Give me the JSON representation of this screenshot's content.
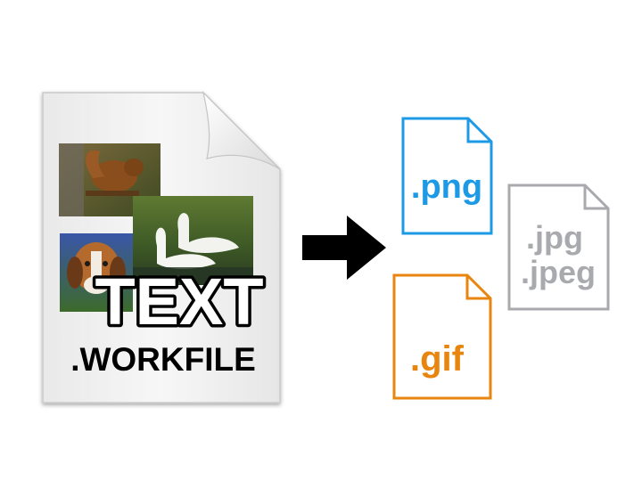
{
  "source_file": {
    "icon": "document-icon",
    "overlay_text": "TEXT",
    "extension": ".WORKFILE",
    "photos": [
      "squirrel-photo",
      "swans-photo",
      "beagle-photo"
    ]
  },
  "arrow": {
    "icon": "right-arrow-icon",
    "color": "#000000"
  },
  "output_files": [
    {
      "extension": ".png",
      "color": "#1d9ae6",
      "icon": "document-outline-icon"
    },
    {
      "extension": ".jpg",
      "extension_2": ".jpeg",
      "color": "#a8aaad",
      "icon": "document-outline-icon"
    },
    {
      "extension": ".gif",
      "color": "#e8850e",
      "icon": "document-outline-icon"
    }
  ]
}
